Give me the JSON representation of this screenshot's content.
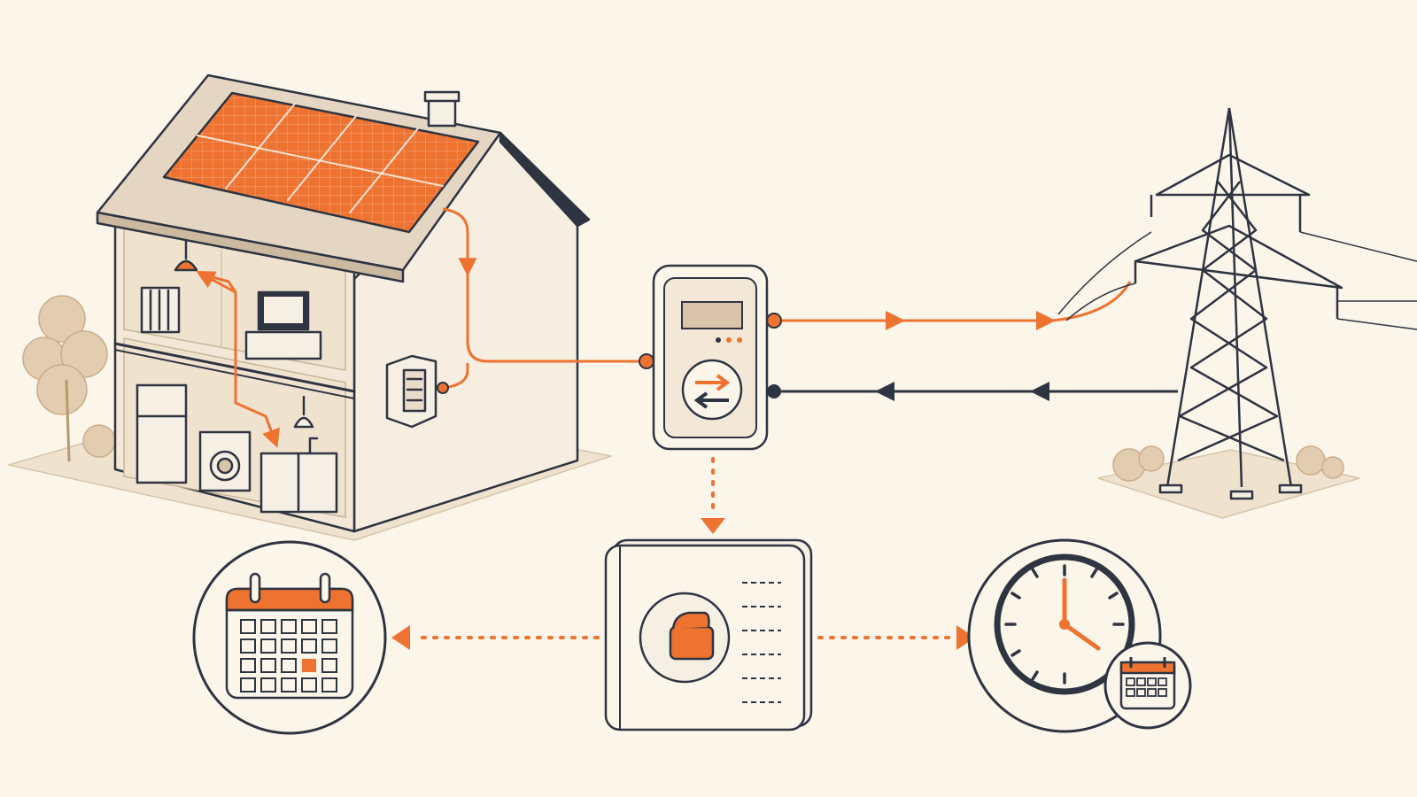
{
  "colors": {
    "background": "#fbf5ea",
    "accent": "#ee7230",
    "stroke": "#2e3440",
    "beige": "#e9dccb",
    "beige_dark": "#d8c4a8",
    "panel_light": "#f5a37a"
  },
  "nodes": [
    {
      "id": "house",
      "icon": "house-with-solar-panels-icon"
    },
    {
      "id": "meter",
      "icon": "bidirectional-meter-icon"
    },
    {
      "id": "grid",
      "icon": "power-transmission-tower-icon"
    },
    {
      "id": "billing",
      "icon": "wallet-ledger-icon"
    },
    {
      "id": "monthly",
      "icon": "calendar-icon"
    },
    {
      "id": "timing",
      "icon": "clock-with-calendar-icon"
    }
  ],
  "edges": [
    {
      "from": "solar_panels",
      "to": "meter",
      "style": "solid",
      "color": "accent"
    },
    {
      "from": "meter",
      "to": "grid",
      "style": "solid",
      "color": "accent",
      "meaning": "export"
    },
    {
      "from": "grid",
      "to": "meter",
      "style": "solid",
      "color": "stroke",
      "meaning": "import"
    },
    {
      "from": "meter",
      "to": "billing",
      "style": "dotted",
      "color": "accent"
    },
    {
      "from": "billing",
      "to": "monthly",
      "style": "dotted",
      "color": "accent"
    },
    {
      "from": "billing",
      "to": "timing",
      "style": "dotted",
      "color": "accent"
    }
  ]
}
